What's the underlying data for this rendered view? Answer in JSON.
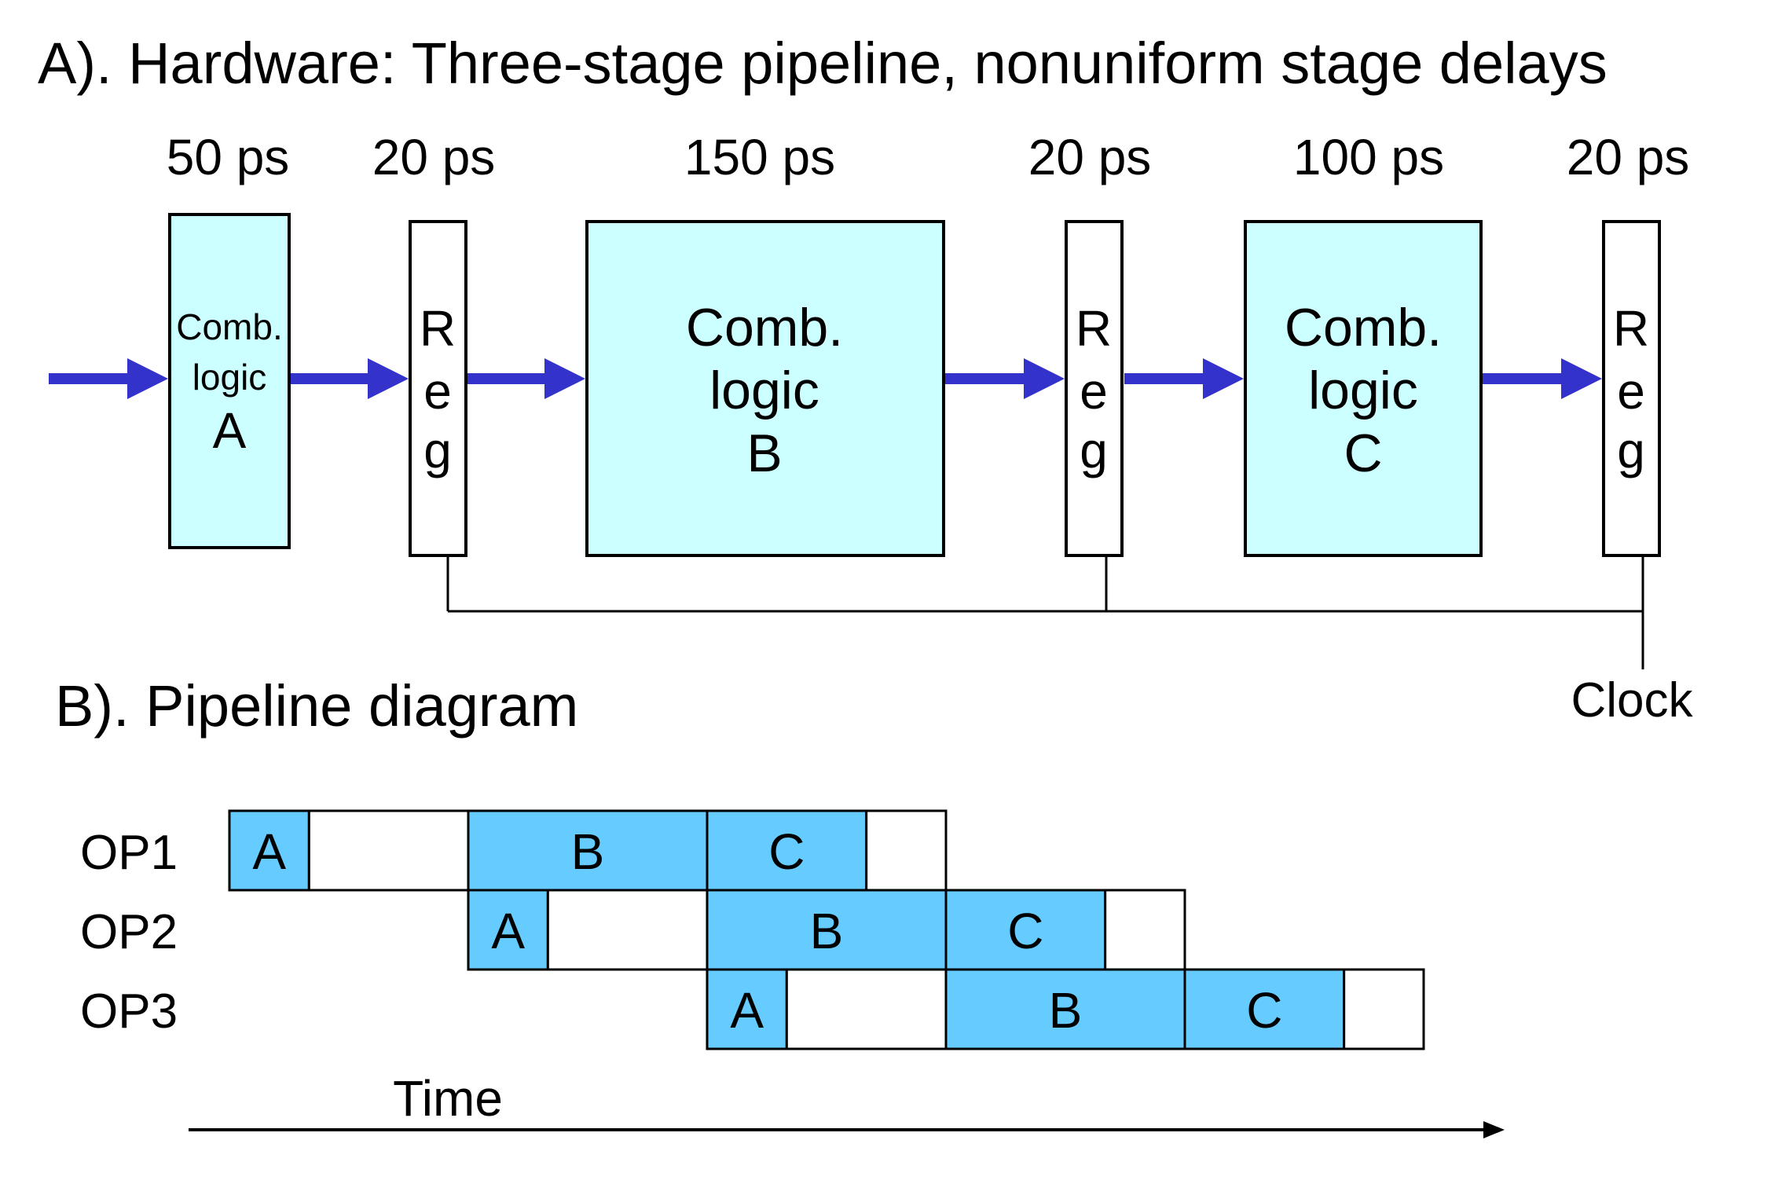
{
  "title_a": "A). Hardware: Three-stage pipeline, nonuniform stage delays",
  "title_b": "B). Pipeline diagram",
  "hardware": {
    "delays": [
      "50 ps",
      "20 ps",
      "150 ps",
      "20 ps",
      "100 ps",
      "20 ps"
    ],
    "comb_a": [
      "Comb.",
      "logic",
      "A"
    ],
    "comb_b": [
      "Comb.",
      "logic",
      "B"
    ],
    "comb_c": [
      "Comb.",
      "logic",
      "C"
    ],
    "reg_letters": [
      "R",
      "e",
      "g"
    ],
    "clock_label": "Clock"
  },
  "pipeline": {
    "ops": [
      {
        "label": "OP1",
        "start": 0,
        "stages": [
          "A",
          "B",
          "C"
        ]
      },
      {
        "label": "OP2",
        "start": 1,
        "stages": [
          "A",
          "B",
          "C"
        ]
      },
      {
        "label": "OP3",
        "start": 2,
        "stages": [
          "A",
          "B",
          "C"
        ]
      }
    ],
    "time_label": "Time"
  },
  "colors": {
    "comb_fill": "#ccffff",
    "arrow": "#3333cc",
    "stage_fill": "#66ccff"
  }
}
